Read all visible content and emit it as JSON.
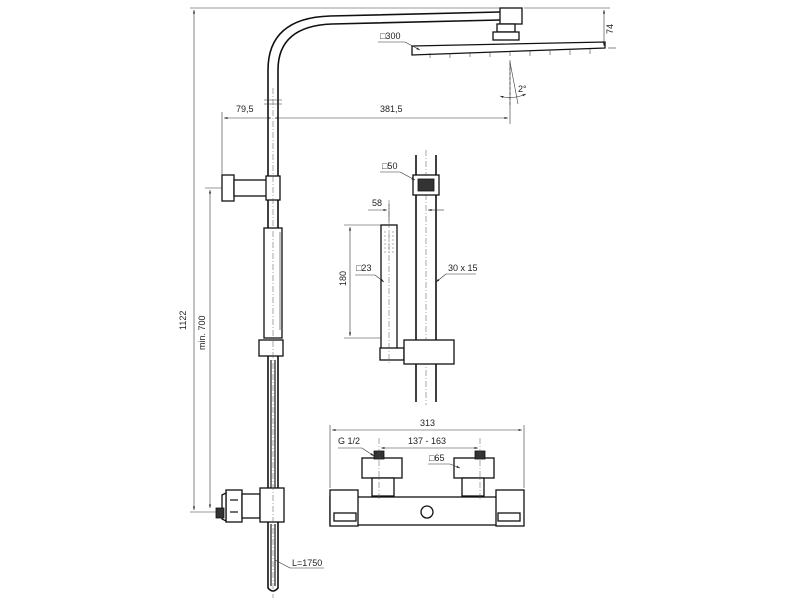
{
  "dimensions": {
    "d1122": "1122",
    "d700": "min. 700",
    "d79_5": "79,5",
    "d381_5": "381,5",
    "d300": "□300",
    "d74": "74",
    "d2deg": "2°",
    "d50": "□50",
    "d58": "58",
    "d180": "180",
    "d23": "□23",
    "d30x15": "30 x 15",
    "d313": "313",
    "dG12": "G 1/2",
    "d137_163": "137 - 163",
    "d65": "□65",
    "dL1750": "L=1750"
  }
}
